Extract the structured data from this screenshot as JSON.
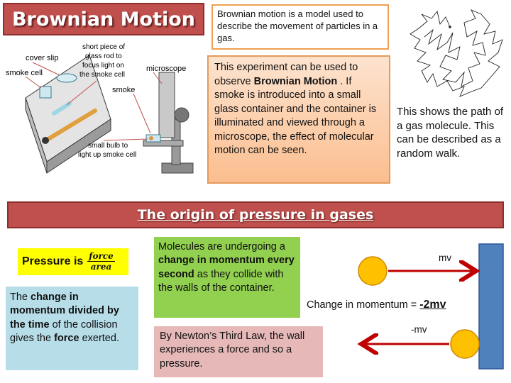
{
  "title": "Brownian Motion",
  "definition": "Brownian motion is a model used to describe the movement of particles in a gas.",
  "experiment": {
    "part1": "This experiment can be used to observe ",
    "bold": "Brownian Motion",
    "part2": " . If smoke is introduced into a small glass container and the container is illuminated and viewed through a microscope, the effect of molecular motion can be seen."
  },
  "walk_caption": "This shows the path of a gas molecule. This can be described as a random walk.",
  "apparatus_labels": {
    "cover_slip": "cover slip",
    "smoke_cell": "smoke cell",
    "glass_rod_1": "short piece of",
    "glass_rod_2": "glass rod to",
    "glass_rod_3": "focus light on",
    "glass_rod_4": "the smoke cell",
    "microscope": "microscope",
    "smoke": "smoke",
    "bulb_1": "small bulb to",
    "bulb_2": "light up smoke cell"
  },
  "section_title": "The origin of pressure in gases",
  "pressure": {
    "label": "Pressure is",
    "numerator": "force",
    "denominator": "area"
  },
  "change_box": {
    "t1": "The ",
    "b1": "change in momentum divided by the time",
    "t2": " of the collision gives the ",
    "b2": "force",
    "t3": " exerted."
  },
  "molecules_box": {
    "t1": "Molecules are undergoing a ",
    "b1": "change in momentum every second",
    "t2": " as they collide with the walls of the container."
  },
  "newton_box": "By Newton’s Third Law, the wall experiences a force and so a pressure.",
  "momentum": {
    "mv": "mv",
    "neg_mv": "-mv",
    "change_label": "Change in momentum = ",
    "change_value": "-2mv"
  },
  "colors": {
    "banner": "#c0504d",
    "ball": "#ffc000",
    "wall": "#4f81bd",
    "arrow": "#c00000"
  }
}
